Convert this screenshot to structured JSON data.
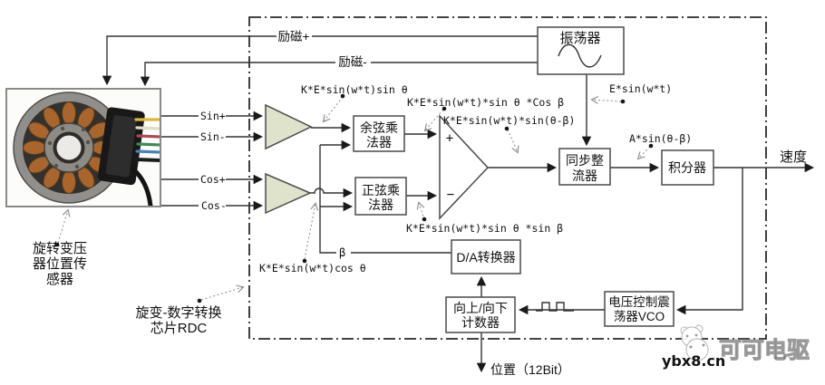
{
  "wires": {
    "excitation_plus": "励磁+",
    "excitation_minus": "励磁-",
    "sin_plus": "Sin+",
    "sin_minus": "Sin-",
    "cos_plus": "Cos+",
    "cos_minus": "Cos-",
    "beta": "β"
  },
  "signals": {
    "after_amp1": "K*E*sin(w*t)sin θ",
    "cos_mult_out": "K*E*sin(w*t)*sin θ *Cos β",
    "error_signal": "K*E*sin(w*t)*sin(θ-β)",
    "excitation_ref": "E*sin(w*t)",
    "demodulated": "A*sin(θ-β)",
    "sin_mult_out": "K*E*sin(w*t)*sin θ *sin β",
    "after_amp2": "K*E*sin(w*t)cos θ"
  },
  "blocks": {
    "oscillator": "振荡器",
    "cos_multiplier": [
      "余弦乘",
      "法器"
    ],
    "sin_multiplier": [
      "正弦乘",
      "法器"
    ],
    "sync_rectifier": [
      "同步整",
      "流器"
    ],
    "integrator": "积分器",
    "dac": "D/A转换器",
    "counter": [
      "向上/向下",
      "计数器"
    ],
    "vco": [
      "电压控制震",
      "荡器VCO"
    ]
  },
  "summing": {
    "plus": "+",
    "minus": "−"
  },
  "outputs": {
    "speed": "速度",
    "position": "位置（12Bit）"
  },
  "captions": {
    "sensor": [
      "旋转变压",
      "器位置传",
      "感器"
    ],
    "rdc": [
      "旋变-数字转换",
      "芯片RDC"
    ]
  },
  "watermark": {
    "site": "ybx8.cn",
    "brand": "可可电驱"
  },
  "colors": {
    "amp_fill": "#dfe3cc",
    "line": "#333333",
    "border": "#2a2a2a"
  }
}
